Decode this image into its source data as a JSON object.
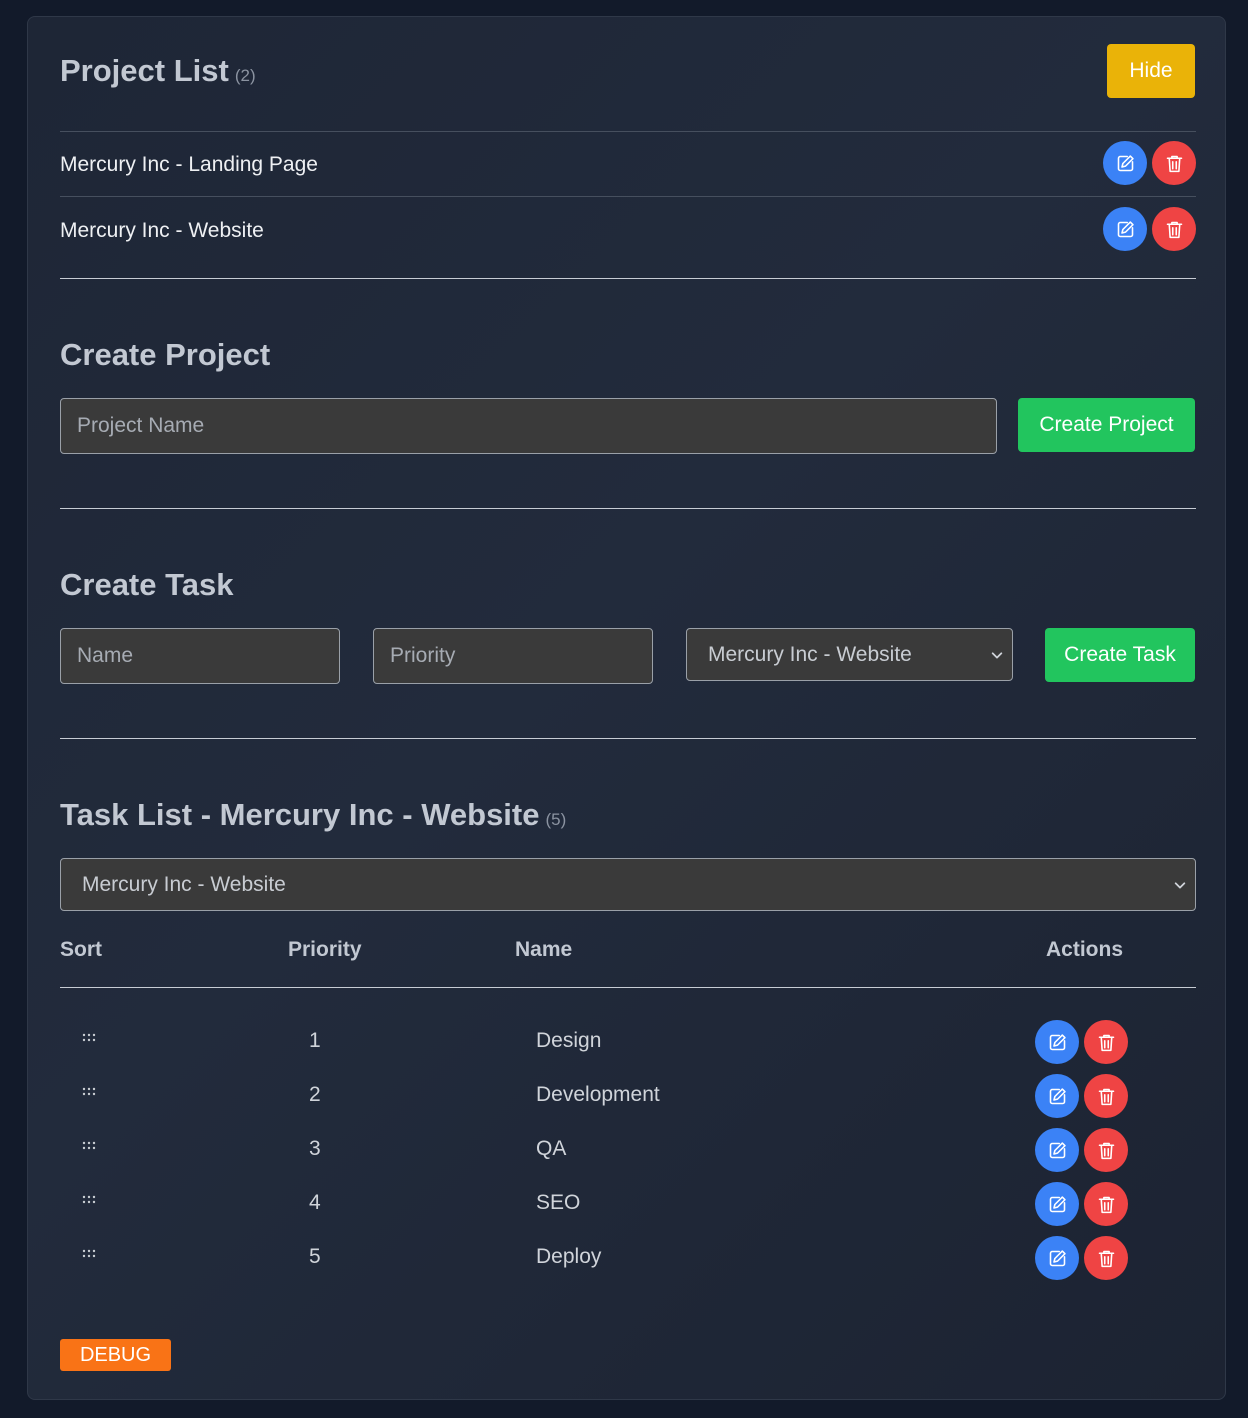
{
  "project_list": {
    "title": "Project List",
    "count": "(2)",
    "hide_label": "Hide",
    "projects": [
      {
        "name": "Mercury Inc - Landing Page"
      },
      {
        "name": "Mercury Inc - Website"
      }
    ]
  },
  "create_project": {
    "title": "Create Project",
    "name_placeholder": "Project Name",
    "name_value": "",
    "button_label": "Create Project"
  },
  "create_task": {
    "title": "Create Task",
    "name_placeholder": "Name",
    "priority_placeholder": "Priority",
    "project_selected": "Mercury Inc - Website",
    "button_label": "Create Task"
  },
  "task_list": {
    "title": "Task List - Mercury Inc - Website",
    "count": "(5)",
    "project_selected": "Mercury Inc - Website",
    "columns": {
      "sort": "Sort",
      "priority": "Priority",
      "name": "Name",
      "actions": "Actions"
    },
    "tasks": [
      {
        "priority": "1",
        "name": "Design"
      },
      {
        "priority": "2",
        "name": "Development"
      },
      {
        "priority": "3",
        "name": "QA"
      },
      {
        "priority": "4",
        "name": "SEO"
      },
      {
        "priority": "5",
        "name": "Deploy"
      }
    ]
  },
  "debug_label": "DEBUG",
  "icons": {
    "edit": "edit-icon",
    "delete": "trash-icon",
    "drag": "drag-handle-icon",
    "dropdown": "chevron-down-icon"
  },
  "colors": {
    "background": "#121a2a",
    "panel": "#1f2737",
    "hide_button": "#eab308",
    "create_button": "#22c55e",
    "edit_button": "#3b82f6",
    "delete_button": "#ef4444",
    "debug_badge": "#f97316"
  }
}
